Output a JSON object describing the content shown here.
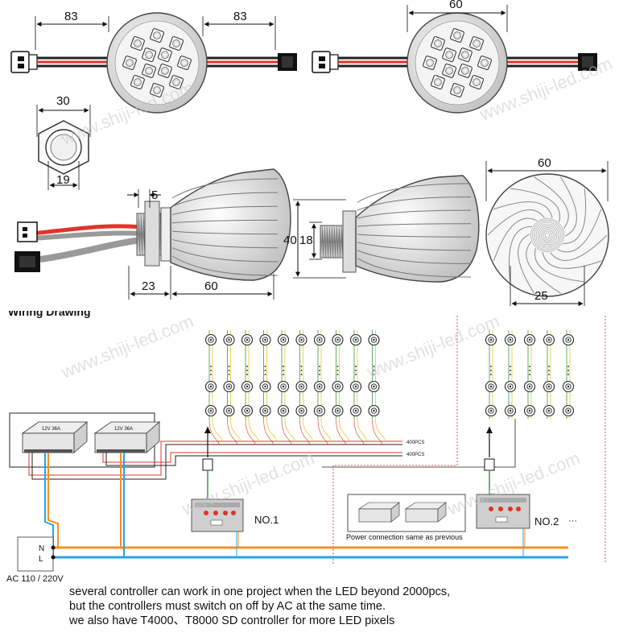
{
  "dimensions": {
    "cable_left": "83",
    "cable_right": "83",
    "module_width": "60",
    "nut_width": "30",
    "nut_inner": "19",
    "thread_len": "5",
    "thread_part": "23",
    "body_len": "60",
    "height_outer": "40",
    "height_inner": "18",
    "front_dia": "60",
    "center_dia": "25"
  },
  "wiring": {
    "section_title": "Wiring Drawing",
    "psu_label": "12V 36A",
    "count_label_1": "400PCS",
    "count_label_2": "400PCS",
    "controller_1": "NO.1",
    "controller_2": "NO.2",
    "ellipsis": "···",
    "power_note": "Power connection same as previous",
    "terminal_n": "N",
    "terminal_l": "L",
    "ac_label": "AC 110 / 220V"
  },
  "watermark": "www.shiji-led.com",
  "caption": {
    "line1": "several controller can work in one project when the LED beyond 2000pcs,",
    "line2": "but the controllers must switch on off by AC at the same time.",
    "line3": "we also have T4000、T8000 SD controller for more LED pixels"
  },
  "colors": {
    "wire_red": "#e0342a",
    "wire_black": "#222222",
    "line_orange": "#f0922a",
    "line_blue": "#2aa3e0",
    "wire_green": "#3a9a3a",
    "wire_yellow": "#e8c830",
    "dash_red": "#e05050"
  }
}
